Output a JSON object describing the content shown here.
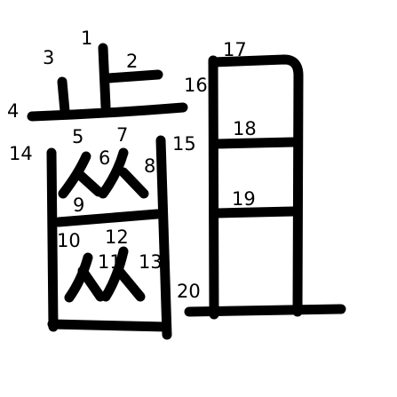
{
  "diagram": {
    "character": "齟",
    "stroke_numbers": [
      {
        "n": "1"
      },
      {
        "n": "2"
      },
      {
        "n": "3"
      },
      {
        "n": "4"
      },
      {
        "n": "5"
      },
      {
        "n": "6"
      },
      {
        "n": "7"
      },
      {
        "n": "8"
      },
      {
        "n": "9"
      },
      {
        "n": "10"
      },
      {
        "n": "11"
      },
      {
        "n": "12"
      },
      {
        "n": "13"
      },
      {
        "n": "14"
      },
      {
        "n": "15"
      },
      {
        "n": "16"
      },
      {
        "n": "17"
      },
      {
        "n": "18"
      },
      {
        "n": "19"
      },
      {
        "n": "20"
      }
    ],
    "colors": {
      "stroke": "#000000",
      "background": "#ffffff"
    }
  }
}
